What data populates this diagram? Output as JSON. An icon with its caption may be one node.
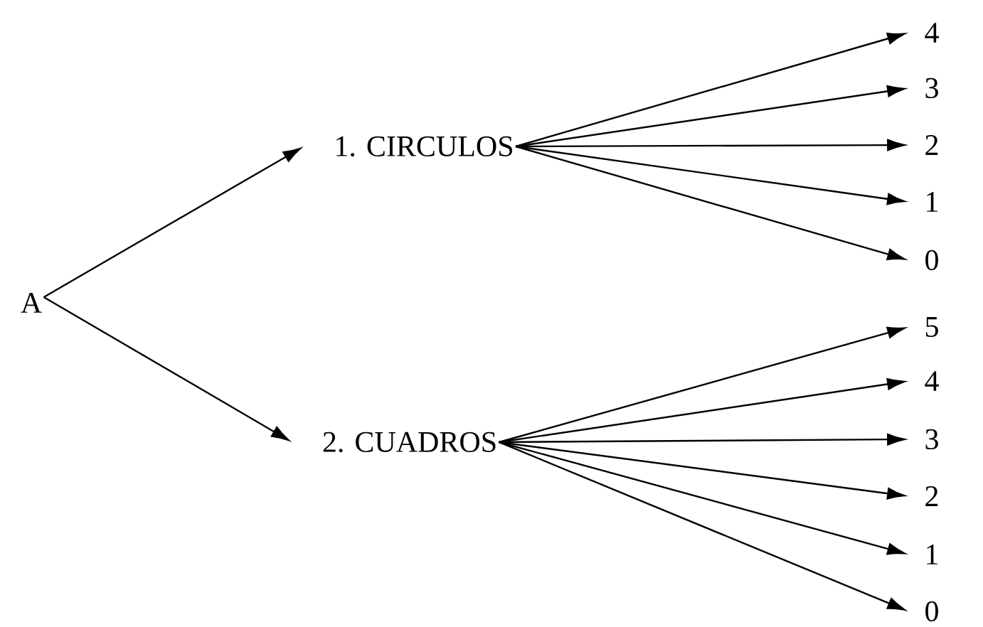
{
  "diagram": {
    "nodes": [
      {
        "text": [
          "A"
        ]
      },
      {
        "text": [
          "1. CIRCULOS"
        ]
      },
      {
        "text": [
          "2. CUADROS"
        ]
      },
      {
        "text": [
          "4"
        ]
      },
      {
        "text": [
          "3"
        ]
      },
      {
        "text": [
          "2"
        ]
      },
      {
        "text": [
          "1"
        ]
      },
      {
        "text": [
          "0"
        ]
      },
      {
        "text": [
          "5"
        ]
      },
      {
        "text": [
          "4"
        ]
      },
      {
        "text": [
          "3"
        ]
      },
      {
        "text": [
          "2"
        ]
      },
      {
        "text": [
          "1"
        ]
      },
      {
        "text": [
          "0"
        ]
      }
    ],
    "edges": [
      {
        "from": 0,
        "to": 1,
        "arrow": "to"
      },
      {
        "from": 0,
        "to": 2,
        "arrow": "to"
      },
      {
        "from": 1,
        "to": 3,
        "arrow": "to"
      },
      {
        "from": 1,
        "to": 4,
        "arrow": "to"
      },
      {
        "from": 1,
        "to": 5,
        "arrow": "to"
      },
      {
        "from": 1,
        "to": 6,
        "arrow": "to"
      },
      {
        "from": 1,
        "to": 7,
        "arrow": "to"
      },
      {
        "from": 2,
        "to": 8,
        "arrow": "to"
      },
      {
        "from": 2,
        "to": 9,
        "arrow": "to"
      },
      {
        "from": 2,
        "to": 10,
        "arrow": "to"
      },
      {
        "from": 2,
        "to": 11,
        "arrow": "to"
      },
      {
        "from": 2,
        "to": 12,
        "arrow": "to"
      },
      {
        "from": 2,
        "to": 13,
        "arrow": "to"
      }
    ]
  }
}
